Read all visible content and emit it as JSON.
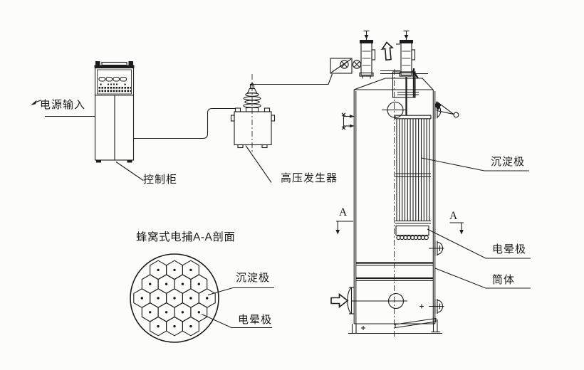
{
  "colors": {
    "line": "#1c1c1c",
    "background": "#fcfcfa"
  },
  "labels": {
    "power_input": "电源输入",
    "control_cabinet": "控制柜",
    "hv_generator": "高压发生器",
    "section_view_title": "蜂窝式电捕A-A剖面",
    "section_collecting_electrode": "沉淀极",
    "section_corona_electrode": "电晕极",
    "tower_collecting_electrode": "沉淀极",
    "tower_corona_electrode": "电晕极",
    "tower_shell": "筒体",
    "section_marker_left": "A",
    "section_marker_right": "A"
  }
}
